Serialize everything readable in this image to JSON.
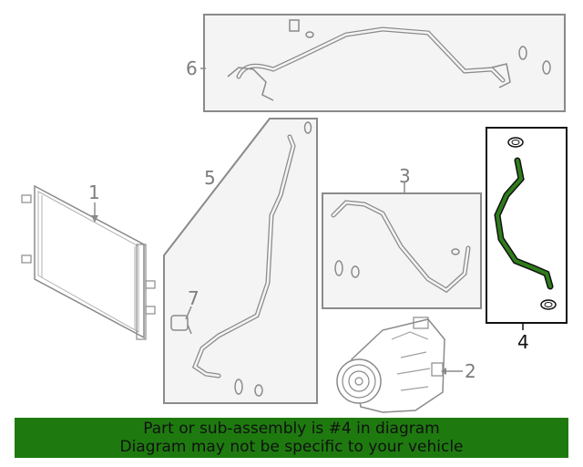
{
  "callouts": {
    "part_1": "1",
    "part_2": "2",
    "part_3": "3",
    "part_4": "4",
    "part_5": "5",
    "part_6": "6",
    "part_7": "7"
  },
  "banner": {
    "line1": "Part or sub-assembly is #4 in diagram",
    "line2": "Diagram may not be specific to your vehicle"
  },
  "colors": {
    "banner_bg": "#1e7a0f",
    "highlight_part": "#2e7d1a",
    "line_art": "#8a8a8a",
    "panel_fill": "#f4f4f4"
  }
}
